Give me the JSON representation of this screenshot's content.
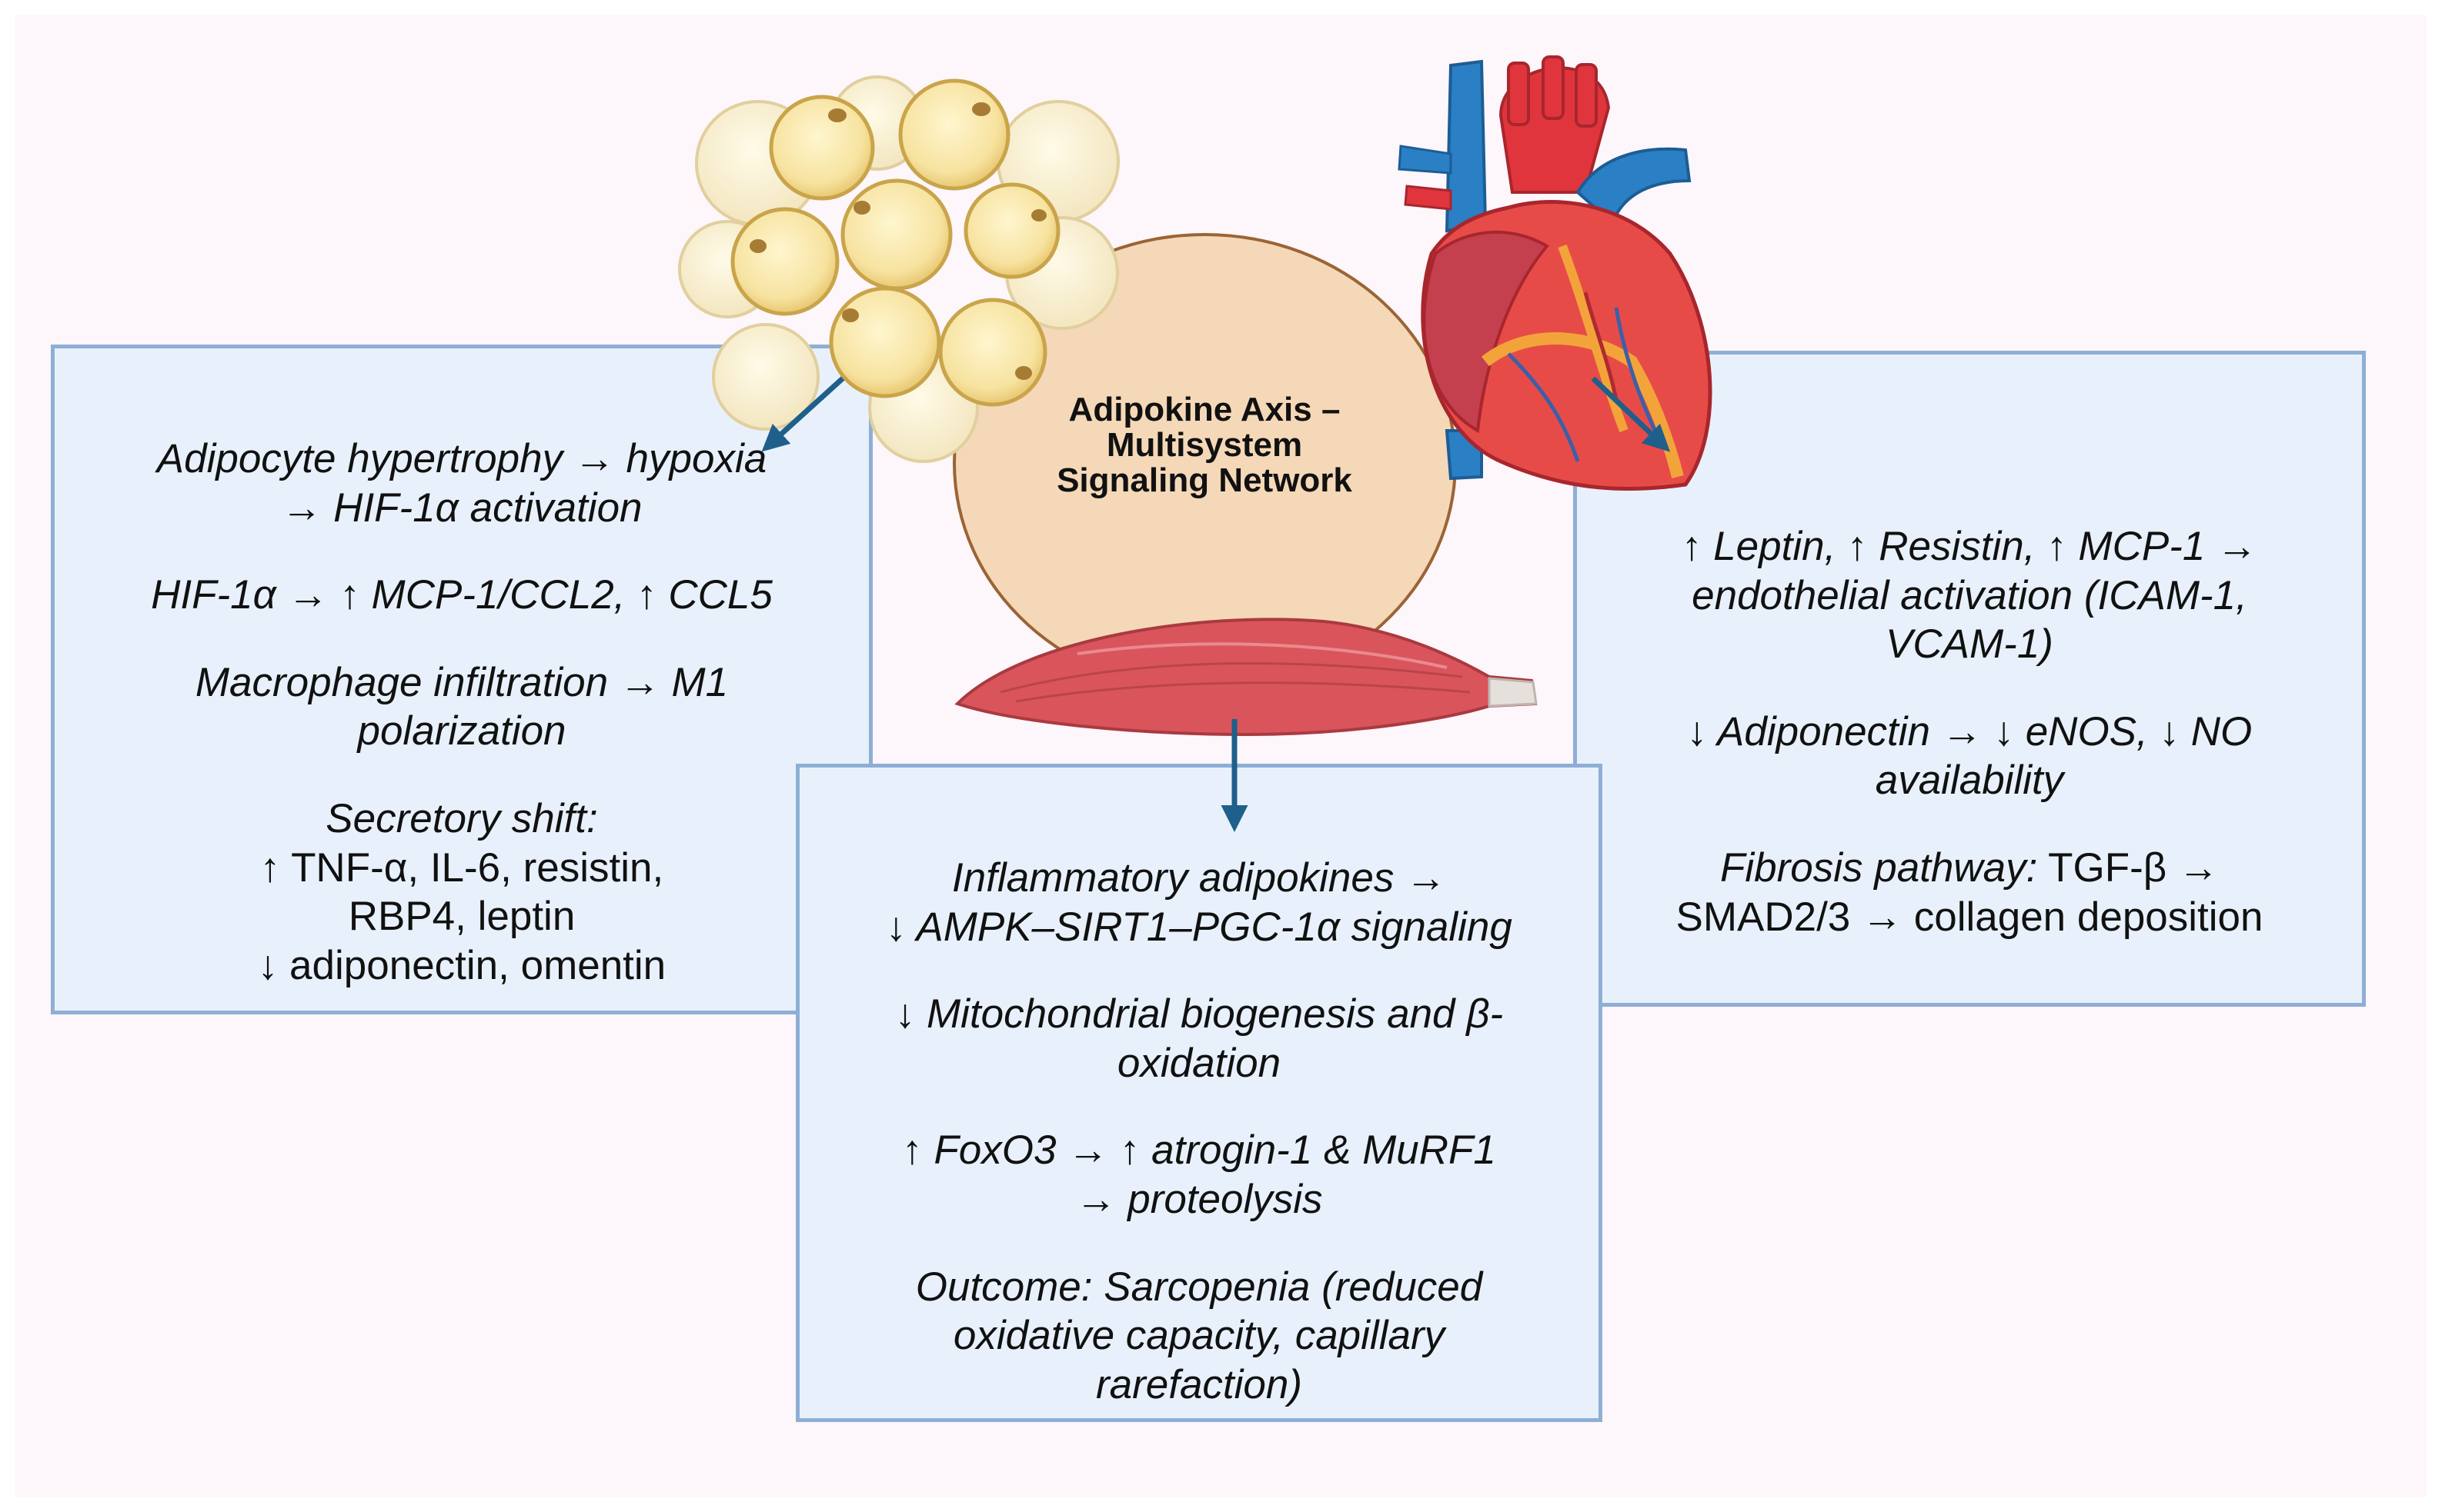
{
  "hub": {
    "line1": "Adipokine Axis –",
    "line2": "Multisystem",
    "line3": "Signaling Network",
    "fill_color": "#f4d8b8"
  },
  "adipose_panel": {
    "p1_line1": "Adipocyte hypertrophy → hypoxia",
    "p1_line2": "→ HIF-1α activation",
    "p2": "HIF-1α → ↑ MCP-1/CCL2, ↑ CCL5",
    "p3_line1": "Macrophage infiltration → M1",
    "p3_line2": "polarization",
    "p4_heading": "Secretory shift:",
    "p4_up_arrow": "↑",
    "p4_up_line1": "TNF-α, IL-6, resistin,",
    "p4_up_line2": "RBP4, leptin",
    "p4_down_arrow": "↓",
    "p4_down_line": "adiponectin, omentin"
  },
  "heart_panel": {
    "p1_line1": "↑ Leptin, ↑ Resistin, ↑ MCP-1 →",
    "p1_line2": "endothelial activation (ICAM-1,",
    "p1_line3": "VCAM-1)",
    "p2_line1": "↓ Adiponectin → ↓ eNOS, ↓ NO",
    "p2_line2": "availability",
    "p3_italic": "Fibrosis pathway:",
    "p3_rest": "TGF-β →",
    "p3_line2": "SMAD2/3 → collagen deposition"
  },
  "muscle_panel": {
    "p1_line1": "Inflammatory adipokines →",
    "p1_line2": "↓ AMPK–SIRT1–PGC-1α signaling",
    "p2_line1": "↓ Mitochondrial biogenesis and β-",
    "p2_line2": "oxidation",
    "p3_line1": "↑ FoxO3 → ↑ atrogin-1 & MuRF1",
    "p3_line2": "→ proteolysis",
    "p4_line1": "Outcome: Sarcopenia (reduced",
    "p4_line2": "oxidative capacity, capillary",
    "p4_line3": "rarefaction)"
  },
  "illustrations": {
    "adipocyte_cluster": "fat-cells-icon",
    "heart": "heart-icon",
    "muscle": "muscle-icon",
    "arrow_color": "#1f5f8b",
    "panel_fill": "#e8f1fb",
    "panel_border": "#8eaed6"
  }
}
